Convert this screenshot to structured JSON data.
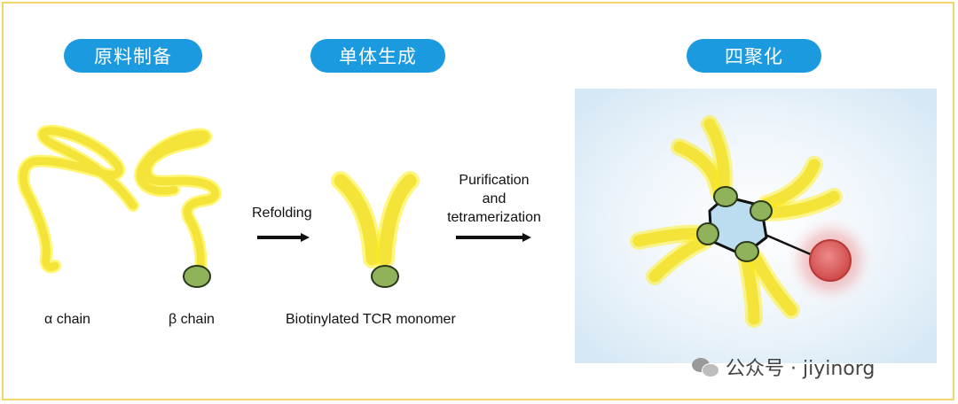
{
  "stages": {
    "raw_material": "原料制备",
    "monomer": "单体生成",
    "tetramer": "四聚化"
  },
  "labels": {
    "alpha_chain": "α chain",
    "beta_chain": "β chain",
    "refolding": "Refolding",
    "monomer": "Biotinylated TCR monomer",
    "purification_line1": "Purification",
    "purification_line2": "and",
    "purification_line3": "tetramerization"
  },
  "watermark": "公众号 · jiyinorg",
  "colors": {
    "stage_pill": "#1b9ae0",
    "chain": "#f4e43a",
    "biotin": "#8fb25a",
    "streptavidin": "#bcdcf0",
    "fluorophore": "#d95555",
    "border": "#f3d66a"
  }
}
